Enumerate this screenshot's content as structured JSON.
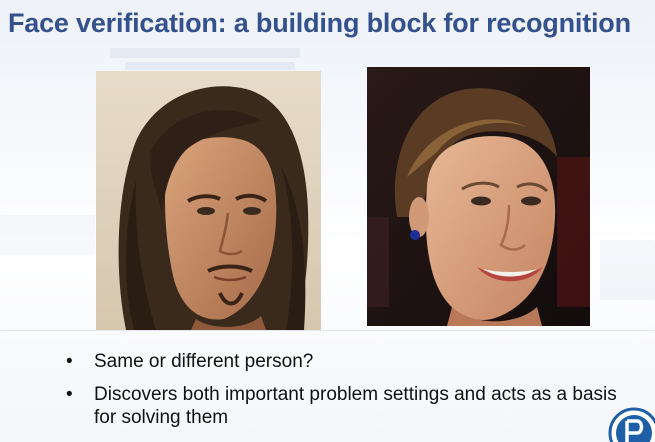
{
  "slide": {
    "title": "Face verification: a building block for recognition",
    "bullets": [
      {
        "text": "Same or different person?"
      },
      {
        "text": "Discovers both important problem settings and acts as a basis for solving them"
      }
    ],
    "bullet_marker": "•",
    "images": [
      {
        "name": "face-photo-man"
      },
      {
        "name": "face-photo-woman"
      }
    ],
    "logo_icon": "institution-seal-icon"
  },
  "colors": {
    "title": "#34508d",
    "text": "#111111",
    "accent": "#1f5fa8"
  }
}
